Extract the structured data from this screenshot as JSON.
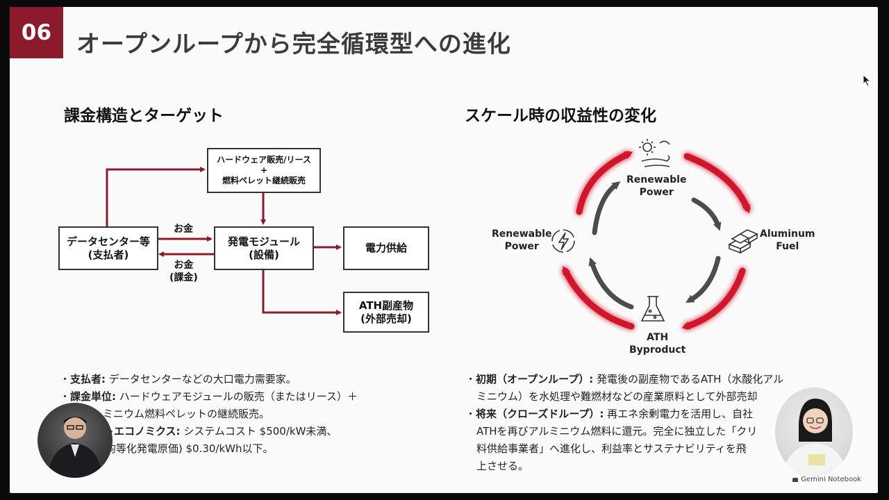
{
  "slide": {
    "number": "06",
    "title": "オープンループから完全循環型への進化"
  },
  "left": {
    "heading": "課金構造とターゲット",
    "boxes": {
      "hardware_line1": "ハードウェア販売/リース",
      "hardware_plus": "+",
      "hardware_line2": "燃料ペレット継続販売",
      "datacenter_line1": "データセンター等",
      "datacenter_line2": "(支払者)",
      "module_line1": "発電モジュール",
      "module_line2": "(設備)",
      "power": "電力供給",
      "ath_line1": "ATH副産物",
      "ath_line2": "(外部売却)"
    },
    "labels": {
      "money_top": "お金",
      "money_bottom_line1": "お金",
      "money_bottom_line2": "(課金)"
    },
    "bullets": [
      {
        "term": "支払者:",
        "text": " データセンターなどの大口電力需要家。"
      },
      {
        "term": "課金単位:",
        "text": " ハードウェアモジュールの販売（またはリース）＋"
      },
      {
        "term": "",
        "text": "ミニウム燃料ペレットの継続販売。"
      },
      {
        "term": "ユニットエコノミクス:",
        "text": " システムコスト $500/kW未満、"
      },
      {
        "term": "",
        "text": "(均等化発電原価) $0.30/kWh以下。"
      }
    ]
  },
  "right": {
    "heading": "スケール時の収益性の変化",
    "cycle": {
      "top_line1": "Renewable",
      "top_line2": "Power",
      "left_line1": "Renewable",
      "left_line2": "Power",
      "right_line1": "Aluminum",
      "right_line2": "Fuel",
      "bottom_line1": "ATH",
      "bottom_line2": "Byproduct"
    },
    "bullets": [
      {
        "term": "初期（オープンループ）:",
        "text": " 発電後の副産物であるATH（水酸化アル"
      },
      {
        "term": "",
        "text": "ミニウム）を水処理や難燃材などの産業原料として外部売却"
      },
      {
        "term": "将来（クローズドループ）:",
        "text": " 再エネ余剰電力を活用し、自社"
      },
      {
        "term": "",
        "text": "ATHを再びアルミニウム燃料に還元。完全に独立した「クリ"
      },
      {
        "term": "",
        "text": "料供給事業者」へ進化し、利益率とサステナビリティを飛"
      },
      {
        "term": "",
        "text": "上させる。"
      }
    ]
  },
  "brand": "Gemini Notebook",
  "colors": {
    "accent": "#8b1a2c",
    "arrow_red": "#d0142c",
    "arrow_gray": "#4a4d50"
  }
}
